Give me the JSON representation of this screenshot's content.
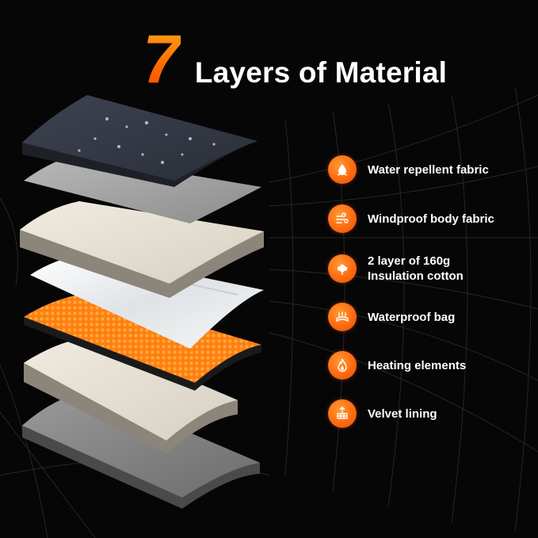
{
  "title": {
    "number": "7",
    "text": "Layers of Material"
  },
  "colors": {
    "background": "#060606",
    "accent": "#ff6a10",
    "text": "#ffffff"
  },
  "features": [
    {
      "icon": "water-drop-icon",
      "label_line1": "Water repellent fabric",
      "label_line2": ""
    },
    {
      "icon": "wind-icon",
      "label_line1": "Windproof body fabric",
      "label_line2": ""
    },
    {
      "icon": "cotton-icon",
      "label_line1": "2 layer of 160g",
      "label_line2": "Insulation cotton"
    },
    {
      "icon": "waterproof-bag-icon",
      "label_line1": "Waterproof bag",
      "label_line2": ""
    },
    {
      "icon": "flame-icon",
      "label_line1": "Heating elements",
      "label_line2": ""
    },
    {
      "icon": "velvet-lining-icon",
      "label_line1": "Velvet lining",
      "label_line2": ""
    }
  ]
}
